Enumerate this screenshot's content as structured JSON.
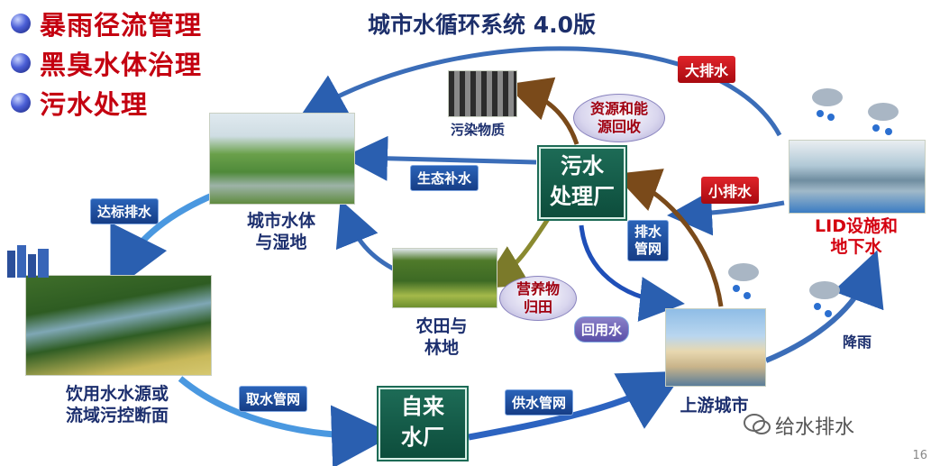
{
  "bullets": [
    "暴雨径流管理",
    "黑臭水体治理",
    "污水处理"
  ],
  "title": "城市水循环系统 4.0版",
  "nodes": {
    "urban_water": "城市水体\n与湿地",
    "pollutant": "污染物质",
    "farmland": "农田与\n林地",
    "source": "饮用水水源或\n流域污控断面",
    "waterworks": "自来\n水厂",
    "upstream_city": "上游城市",
    "lid": "LID设施和\n地下水",
    "wwtp": "污水\n处理厂"
  },
  "flow_tags": {
    "big_drain": "大排水",
    "small_drain": "小排水",
    "eco_water": "生态补水",
    "discharge": "达标排水",
    "intake": "取水管网",
    "supply": "供水管网",
    "sewer": "排水\n管网",
    "reuse": "回用水",
    "rain": "降雨"
  },
  "ovals": {
    "resource": "资源和能\n源回收",
    "nutrient": "营养物\n归田"
  },
  "watermark": "给水排水",
  "page_number": "16",
  "colors": {
    "title": "#1d2f6b",
    "accent_red": "#c40010",
    "arrow_blue": "#2a5fb0",
    "arrow_brown": "#7a4a1a"
  }
}
